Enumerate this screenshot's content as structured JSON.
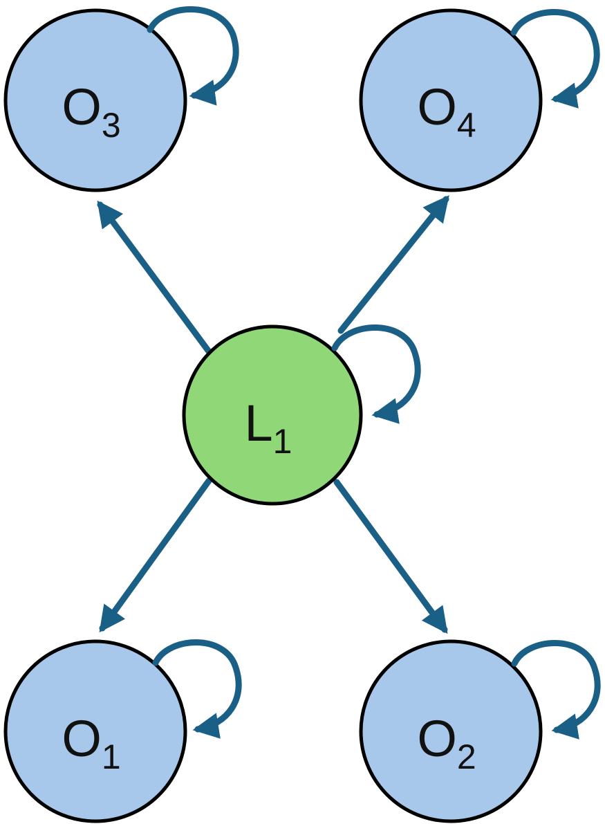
{
  "colors": {
    "observed_fill": "#a7c8ea",
    "latent_fill": "#90d877",
    "outline": "#000000",
    "edge": "#1a5f86",
    "text": "#111111"
  },
  "nodes": {
    "o3": {
      "letter": "O",
      "sub": "3"
    },
    "o4": {
      "letter": "O",
      "sub": "4"
    },
    "l1": {
      "letter": "L",
      "sub": "1"
    },
    "o1": {
      "letter": "O",
      "sub": "1"
    },
    "o2": {
      "letter": "O",
      "sub": "2"
    }
  },
  "edges": [
    {
      "from": "L1",
      "to": "O3"
    },
    {
      "from": "L1",
      "to": "O4"
    },
    {
      "from": "L1",
      "to": "O1"
    },
    {
      "from": "L1",
      "to": "O2"
    }
  ],
  "self_loops": [
    "O3",
    "O4",
    "L1",
    "O1",
    "O2"
  ]
}
